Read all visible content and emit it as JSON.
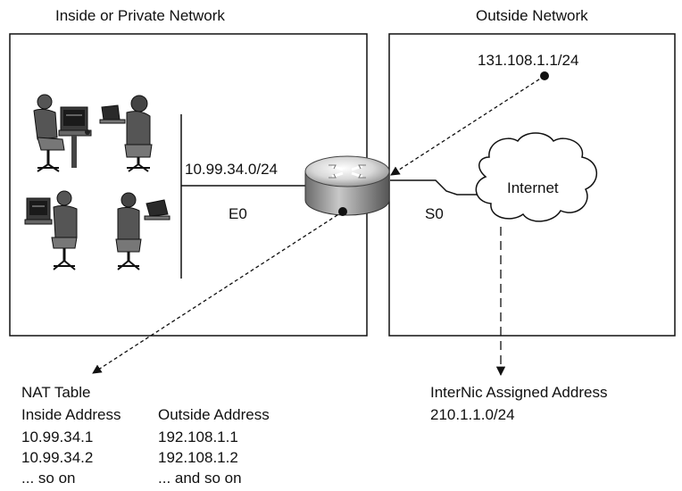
{
  "inside_network": {
    "title": "Inside or Private Network",
    "subnet": "10.99.34.0/24",
    "interface": "E0"
  },
  "outside_network": {
    "title": "Outside Network",
    "host_address": "131.108.1.1/24",
    "interface": "S0",
    "cloud_label": "Internet"
  },
  "internic": {
    "title": "InterNic Assigned Address",
    "address": "210.1.1.0/24"
  },
  "nat_table": {
    "title": "NAT Table",
    "inside_header": "Inside Address",
    "outside_header": "Outside Address",
    "rows": [
      {
        "inside": "10.99.34.1",
        "outside": "192.108.1.1"
      },
      {
        "inside": "10.99.34.2",
        "outside": "192.108.1.2"
      },
      {
        "inside": "... so on",
        "outside": "... and so on"
      }
    ]
  },
  "icons": [
    "workstation-user-icon",
    "laptop-user-icon",
    "router-icon",
    "internet-cloud-icon"
  ]
}
